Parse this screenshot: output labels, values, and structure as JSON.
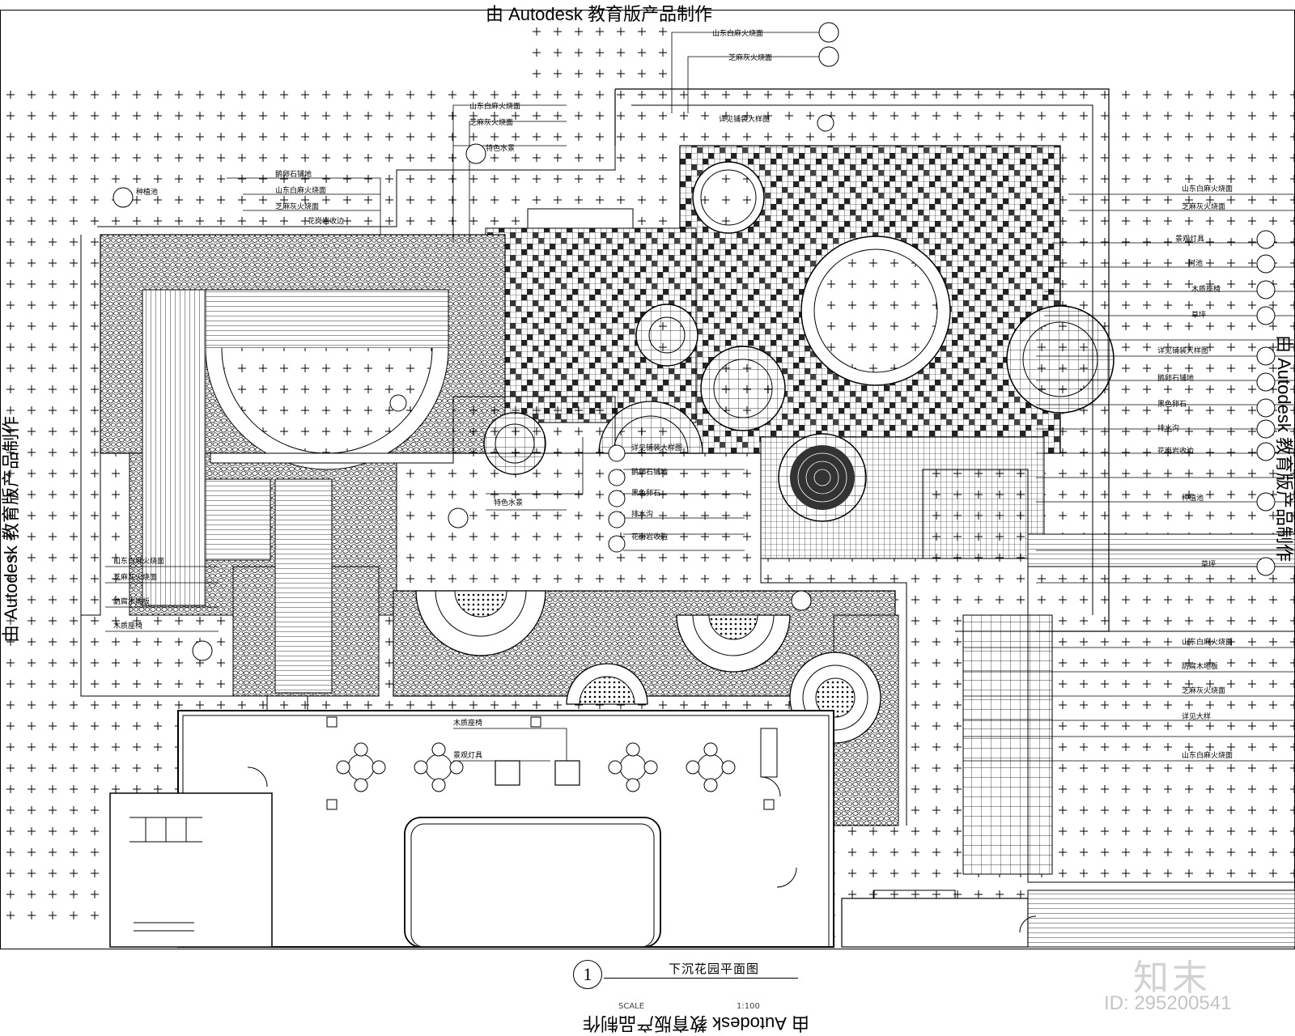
{
  "watermarks": {
    "top": "由 Autodesk 教育版产品制作",
    "bottom": "由 Autodesk 教育版产品制作",
    "left": "由 Autodesk 教育版产品制作",
    "right": "由 Autodesk 教育版产品制作"
  },
  "drawing_title": {
    "number": "1",
    "name": "下沉花园平面图",
    "scale_label": "SCALE",
    "scale": "1:100"
  },
  "site_watermark": {
    "logo": "知末",
    "id": "ID: 295200541"
  },
  "colors": {
    "line": "#000000",
    "background": "#ffffff",
    "watermark_gray": "#c8c8c8"
  },
  "annotations": [
    "山东白麻火烧面",
    "芝麻灰火烧面",
    "防腐木地板",
    "鹅卵石铺地",
    "黑色卵石",
    "木质座椅",
    "详见铺装大样图",
    "花岗岩收边",
    "种植池",
    "草坪",
    "树池",
    "特色水景",
    "景观灯具",
    "排水沟",
    "详见大样"
  ]
}
